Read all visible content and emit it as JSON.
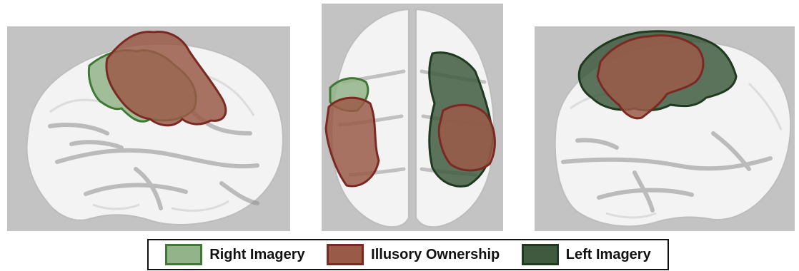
{
  "legend": {
    "items": [
      {
        "label": "Right Imagery",
        "fill": "#93b38a",
        "stroke": "#3e7a33"
      },
      {
        "label": "Illusory Ownership",
        "fill": "#9a5a48",
        "stroke": "#7a2a22"
      },
      {
        "label": "Left Imagery",
        "fill": "#3f5a3f",
        "stroke": "#1f3a1f"
      }
    ]
  },
  "colors": {
    "background": "#c3c3c3",
    "cortex": "#f2f2f2",
    "sulcus": "#9a9a9a"
  },
  "views": [
    {
      "name": "left-lateral-view",
      "regions": [
        "Right Imagery",
        "Illusory Ownership"
      ]
    },
    {
      "name": "dorsal-view",
      "regions": [
        "Right Imagery",
        "Illusory Ownership",
        "Left Imagery"
      ]
    },
    {
      "name": "right-lateral-view",
      "regions": [
        "Left Imagery",
        "Illusory Ownership"
      ]
    }
  ]
}
